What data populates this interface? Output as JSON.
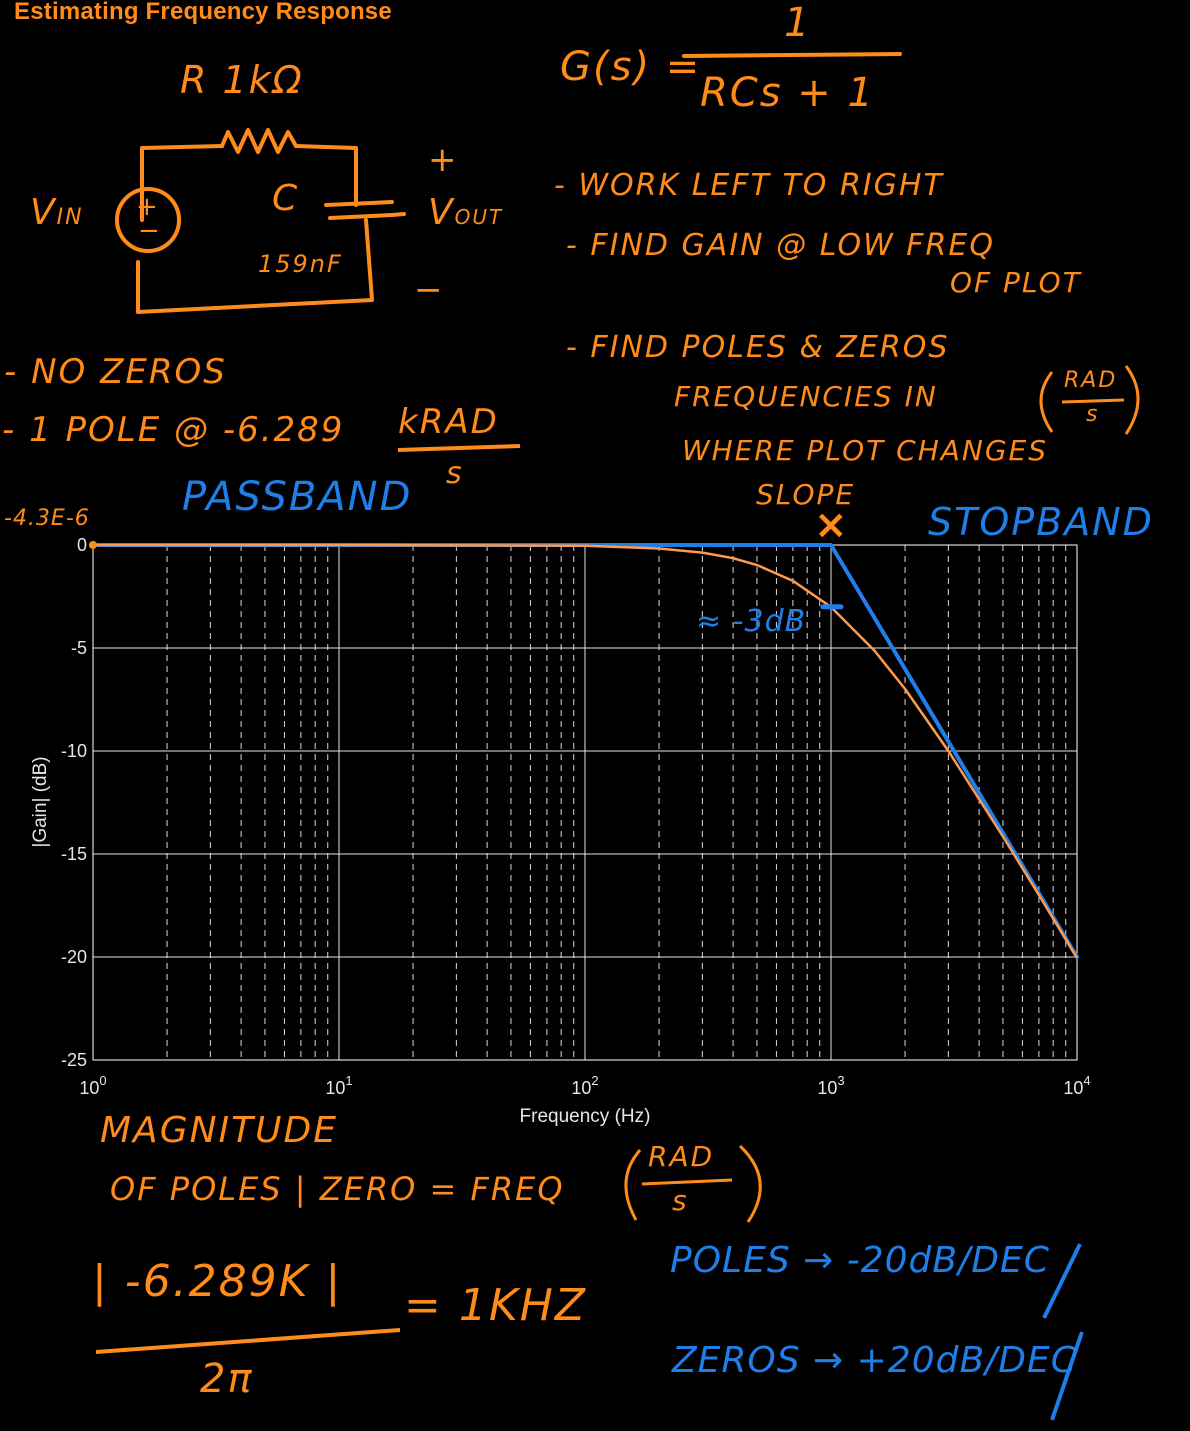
{
  "title": "Estimating Frequency Response",
  "colors": {
    "background": "#000000",
    "annotation_orange": "#ff8c1a",
    "annotation_blue": "#1f7fe8",
    "curve": "#ff9a4d",
    "grid": "#ffffff"
  },
  "circuit": {
    "resistor_label": "R 1kΩ",
    "capacitor_label": "C",
    "capacitor_value": "159nF",
    "vin_label": "V",
    "vin_sub": "IN",
    "vout_label": "V",
    "vout_sub": "OUT",
    "plus": "+",
    "minus": "−",
    "source_plus": "+",
    "source_minus": "−"
  },
  "transfer_function": {
    "lhs": "G(s) =",
    "numerator": "1",
    "denominator": "RCs + 1"
  },
  "steps": {
    "step1": "- WORK LEFT TO RIGHT",
    "step2_line1": "- FIND GAIN @ LOW FREQ",
    "step2_line2": "OF PLOT",
    "step3_line1": "- FIND POLES & ZEROS",
    "step3_line2": "FREQUENCIES IN",
    "step3_unit_num": "RAD",
    "step3_unit_den": "s",
    "step3_line3": "WHERE PLOT CHANGES",
    "step3_line4": "SLOPE"
  },
  "left_notes": {
    "no_zeros": "- NO ZEROS",
    "one_pole": "- 1 POLE @ -6.289",
    "pole_unit_num": "kRAD",
    "pole_unit_den": "s",
    "low_freq_gain": "-4.3E-6"
  },
  "band_labels": {
    "passband": "PASSBAND",
    "stopband": "STOPBAND",
    "minus3db": "≈ -3dB",
    "pole_marker": "×"
  },
  "bottom_notes": {
    "magnitude_line1": "MAGNITUDE",
    "magnitude_line2": "OF POLES | ZERO = FREQ",
    "freq_unit_num": "RAD",
    "freq_unit_den": "s",
    "calc_numerator": "| -6.289K |",
    "calc_denominator": "2π",
    "calc_result": "= 1KHZ",
    "poles_rule": "POLES → -20dB/DEC",
    "zeros_rule": "ZEROS → +20dB/DEC"
  },
  "chart_data": {
    "type": "line",
    "title": "",
    "xlabel": "Frequency (Hz)",
    "ylabel": "|Gain| (dB)",
    "x_scale": "log",
    "xlim": [
      1,
      10000
    ],
    "ylim": [
      -25,
      0
    ],
    "grid": true,
    "x_ticks": [
      {
        "value": 1,
        "base": "10",
        "exp": "0"
      },
      {
        "value": 10,
        "base": "10",
        "exp": "1"
      },
      {
        "value": 100,
        "base": "10",
        "exp": "2"
      },
      {
        "value": 1000,
        "base": "10",
        "exp": "3"
      },
      {
        "value": 10000,
        "base": "10",
        "exp": "4"
      }
    ],
    "y_ticks": [
      {
        "value": 0,
        "label": "0"
      },
      {
        "value": -5,
        "label": "-5"
      },
      {
        "value": -10,
        "label": "-10"
      },
      {
        "value": -15,
        "label": "-15"
      },
      {
        "value": -20,
        "label": "-20"
      },
      {
        "value": -25,
        "label": "-25"
      }
    ],
    "series": [
      {
        "name": "",
        "color": "#ff9a4d",
        "x": [
          1,
          10,
          100,
          200,
          300,
          400,
          500,
          700,
          1000,
          1500,
          2000,
          3000,
          5000,
          7000,
          10000
        ],
        "y": [
          0,
          0,
          -0.04,
          -0.17,
          -0.37,
          -0.64,
          -0.97,
          -1.74,
          -3.01,
          -5.12,
          -6.99,
          -10.0,
          -14.15,
          -16.99,
          -20.04
        ]
      }
    ],
    "annotations": {
      "sketch_asymptote": {
        "color": "#1f7fe8",
        "x": [
          1,
          1000,
          10000
        ],
        "y": [
          0,
          0,
          -20
        ]
      },
      "marker_3db": {
        "x": 1000,
        "y": -3.0
      },
      "pole_x_marker": {
        "x": 1000,
        "y": 0.7
      }
    }
  }
}
